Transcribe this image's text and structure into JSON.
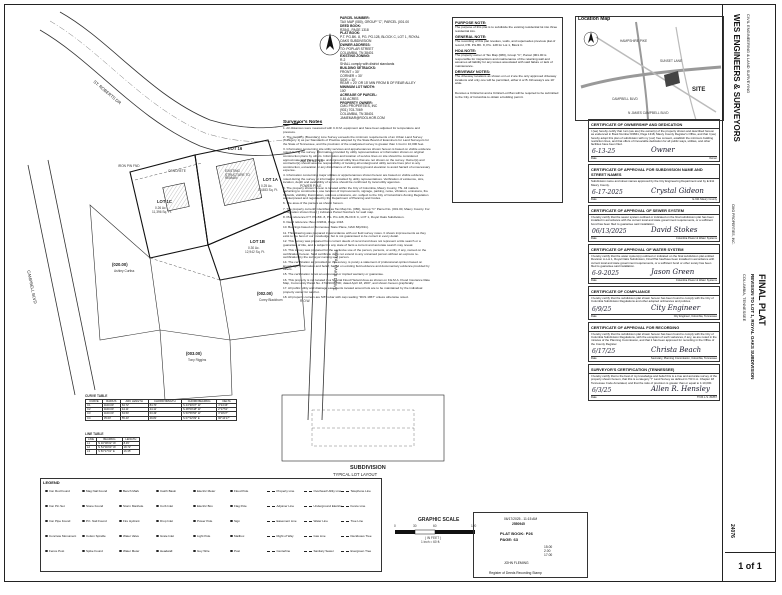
{
  "parcel_info": [
    "PARCEL NUMBER:",
    "TAX MAP (080), GROUP \"C\", PARCEL (001.00",
    "DEED BOOK:",
    "R2841, PAGE 1318",
    "PLAT BOOK:",
    "P.T. PG.BK. 8, PG. PG.128, BLOCK C, LOT 1, ROYAL",
    "OAKS SUBDIVISION",
    "OWNER ADDRESS:",
    "TO: POPLAR STREET",
    "COLUMBIA, TN 38401",
    "EXISTING ZONING:",
    "R-2",
    "SHALL comply with district standards",
    "BUILDING SETBACKS:",
    "FRONT = 30'",
    "CORNER = 30'",
    "SIDE = 10'",
    "REAR = 20' OR 15' MIN FROM B OF REAR ALLEY",
    "MINIMUM LOT WIDTH:",
    "100'",
    "ACREAGE OF PARCEL:",
    "0.81 ACRES",
    "PROPERTY OWNER:",
    "CMG PROPERTIES, INC",
    "(931) 703-7069",
    "COLUMBIA, TN 38401",
    "JAMEMAR@ROOLHOR.COM"
  ],
  "purpose": {
    "heading": "PURPOSE NOTE:",
    "text": "The purpose of this plat is to subdivide the existing residential lot into three residential lots.",
    "general_heading": "GENERAL NOTE:",
    "general_text": "The recording of this plat revokes, voids, and supersedes previous plat of record, P.B. PG.BK. 8, PG. 128 for Lot 1, Block C.",
    "hoa_heading": "HOA NOTE:",
    "hoa_text": "The property owner of Tax Map (080), Group \"C\", Parcel (001.00 is responsible for inspections and maintenance of the retaining wall and assumes all liability for any losses associated with said failure or lack of maintenance.",
    "driveway_heading": "DRIVEWAY NOTES:",
    "driveway_text": "The driveway locations as shown on Lot 2 are the only approved driveway locations and only one will be permitted, either A or B. Driveway's are 10' wide.",
    "critical_text": "Denotes a Critical lot and a Critical Lot Plan will be required to be submitted to the City of Columbia to obtain a building permit."
  },
  "notes": {
    "heading": "Surveyor's Notes",
    "items": [
      "1. All distances were measured with C.D.M. equipment and have been adjusted for temperature and pressure.",
      "2. The property (Boundary) Line Survey exceeds the minimum requirements of an Urban Land Survey (Category 1) as per Standards of Practice adopted by the State Board of Examiners for Land Surveyors for the State of Tennessee, and the precision of the unadjusted survey is greater than 1 foot in 10,000 feet.",
      "3. Information concerning site utility services and appurtenances shown hereon is based on visible evidence noted during the survey. Information provided by utility representatives or information shown on original construction plans by others. Information and location of service lines on site should be considered approximate and there may be underground utility lines that are not shown on the survey. Owner(s) and contractor(s) should assume responsibility of locating all underground utility service lines prior to any construction, excavation or any disturbance of the existing ground elevation to avoid hazard of unnecessary expense.",
      "4. Information concerning major utilities or appurtenances shown hereon are based on visible evidence noted during the survey or information provided by utility representatives. Verification of existence, size, location, depth and availability of service should be confirmed by local utility agencies.",
      "5. The property shown hereon is located within the City of Columbia, Maury County, TN. All matters pertaining to construction, use location of improvements, signage, parking, noise, vibration, emissions, fire hazards, visibility, illumination, odorous emissions, etc. subject to the City of Columbia's Zoning Regulation as interpreted and regulated by the Department of Planning and Codes.",
      "6. The area of the parcels as shown hereon.",
      "7. The property currently identified as Tax Map No. (080), Group \"C\" Parcel No. (001.00, Maury County. For designation shown thus ( ) indicates Parcel Numbers for said map.",
      "8. Plat reference P.T. PG.BK. 8, PG. PG.128, BLOCK C, LOT 1, Royal Oaks Subdivision.",
      "9. Deed reference: Book R2841, Page 1318.",
      "10. Bearings based on Tennessee State Plane, NAD 83(2011).",
      "11. This drawing was prepared in accordance with our field survey notes. It shows improvements as they exist to the best of our knowledge, but is not guaranteed to be correct in every detail.",
      "12. This survey was prepared from current deeds of record and does not represent a title search or a guarantee of title, and is subject to any state of facts a current and accurate search may reveal.",
      "13. This survey was prepared for the exclusive use of the person, persons, or entity, if any, named on the certification hereon. Said certificate does not extend to any unnamed person without an express re-certification by the surveyor naming said person.",
      "14. The certification as provided on this survey, is purely a statement of professional opinion based on knowledge, information and belief, based on existing field evidence and documentary evidence provided by others.",
      "15. The certification is not an expressed or implied warranty or guarantee.",
      "16. This property is not located in a Special Flood Hazard Area as shown on F.E.M.A. Flood Insurance Rate Map, Community Panel No. 47119C0170D, dated April 18, 2007, and shown hereon graphically.",
      "17. All public utility and drainage easements located around lots are to be maintained by the individual property owner for said lot.",
      "18. All property corners are 5/8\" rebar with cap reading \"RCS 1867\" unless otherwise noted."
    ]
  },
  "lots": [
    {
      "name": "LOT 1C",
      "area": "0.26 Ac.",
      "sqft": "11,396 Sq. Ft."
    },
    {
      "name": "LOT 1A",
      "area": "0.25 Ac.",
      "sqft": "10,883 Sq. Ft."
    },
    {
      "name": "LOT 1B",
      "area": "0.30 Ac.",
      "sqft": "12,942 Sq. Ft."
    },
    {
      "name": "LOT 16",
      "area": "",
      "sqft": ""
    }
  ],
  "plan_labels": {
    "street_left": "CAMPBELL BLVD",
    "street_right": "ROYAL OAKS DRIVE",
    "street_top": "ST. ROBERTS DR",
    "parcel_020": "(020.00)",
    "parcel_020_owner": "Ashley Curtiss",
    "parcel_002": "(002.00)",
    "parcel_002_owner": "Corey Blackburn",
    "parcel_003": "(003.00)",
    "parcel_003_owner": "Tony Riggins",
    "existing": "EXISTING STRUCTURE TO REMAIN",
    "concrete": "CONCRETE",
    "power_pole": "POWER POLE",
    "water_meter": "WATER METER",
    "irf": "IRON PIN FND",
    "row": "R.O.W.",
    "subdivision_title": "SUBDIVISION",
    "subdivision_sub": "TYPICAL LOT LAYOUT",
    "graphic_scale": "GRAPHIC SCALE",
    "scale_text": "( IN FEET )",
    "scale_ratio": "1 inch = 60 ft.",
    "scale_ticks": [
      "0",
      "30",
      "60",
      "120"
    ]
  },
  "curve_table": {
    "title": "CURVE TABLE",
    "headers": [
      "CURVE",
      "RADIUS",
      "ARC LENGTH",
      "CHORD LENGTH",
      "CHORD BEARING",
      "DELTA"
    ],
    "rows": [
      [
        "C1",
        "1100.00'",
        "84.72'",
        "84.70'",
        "S 44°30'07\" W",
        "4°24'46\""
      ],
      [
        "C2",
        "1100.00'",
        "44.11'",
        "44.11'",
        "S 48°09'48\" W",
        "2°17'51\""
      ],
      [
        "C3",
        "1100.00'",
        "63.50'",
        "63.49'",
        "S 50°56'56\" W",
        "3°18'27\""
      ],
      [
        "C4",
        "35.00'",
        "55.43'",
        "49.81'",
        "S 07°22'09\" E",
        "90°44'17\""
      ]
    ]
  },
  "line_table": {
    "title": "LINE TABLE",
    "headers": [
      "LINE",
      "BEARING",
      "LENGTH"
    ],
    "rows": [
      [
        "L1",
        "N 46°38'22\" W",
        "8.45'"
      ],
      [
        "L2",
        "N 54°30'03\" W",
        "18.72'"
      ],
      [
        "L3",
        "S 50°17'01\" E",
        "16.35'"
      ]
    ]
  },
  "legend": {
    "title": "LEGEND",
    "items": [
      "Iron Rod Found",
      "Iron Pin Set",
      "Iron Pipe Found",
      "Concrete Monument",
      "Fence Post",
      "Mag Nail Found",
      "Stone Found",
      "P.K. Nail Found",
      "Cotton Spindle",
      "Spike Found",
      "Bench Mark",
      "Storm Manhole",
      "Fire Hydrant",
      "Water Valve",
      "Water Meter",
      "Catch Basin",
      "Curb Inlet",
      "Drop Inlet",
      "Grate Inlet",
      "Headwall",
      "Electric Meter",
      "Electric Box",
      "Power Pole",
      "Light Pole",
      "Guy Wire",
      "Flood Pole",
      "Flag Pole",
      "Sign",
      "Mailbox",
      "Post",
      "Property Line",
      "Adjoiner Line",
      "Easement Line",
      "Right of Way",
      "Centerline",
      "Overhead Utility Line",
      "Underground Electric",
      "Water Line",
      "Gas Line",
      "Sanitary Sewer",
      "Telephone Line",
      "Fence Line",
      "Tree Line",
      "Deciduous Tree",
      "Evergreen Tree"
    ]
  },
  "location_map": {
    "title": "Location Map",
    "site": "SITE",
    "roads": [
      "CAMPBELL BLVD",
      "SUNSET LANE",
      "HAMPSHIRE PIKE",
      "N JAMES CAMPBELL BLVD"
    ]
  },
  "certificates": [
    {
      "title": "CERTIFICATE OF OWNERSHIP AND DEDICATION",
      "body": "I (we) hereby certify that I am (we are) the owner(s) of the property shown and described hereon as evidenced in Book Number R2841, Page 1318, Maury County Register's Office, and that I (we) hereby adopt this plan of subdivision with my (our) free consent, establish the minimum building restriction lines, and that offers of irrevocable dedication for all public ways, utilities, and other facilities have been filed.",
      "sig_date": "6-13-25",
      "sig_name": "Owner",
      "caption_left": "Date",
      "caption_right": "Owner"
    },
    {
      "title": "CERTIFICATE OF APPROVAL FOR SUBDIVISION NAME AND STREET NAMES",
      "body": "Subdivision name and street names approved by the City Engineering Department and by E-911 Maury County.",
      "sig_date": "6-17-2025",
      "sig_name": "Crystal Gideon",
      "caption_left": "Date",
      "caption_right": "E-911 Maury County"
    },
    {
      "title": "CERTIFICATE OF APPROVAL OF SEWER SYSTEM",
      "body": "I hereby certify that the sewer system outlined or indicated on the final subdivision plat has been installed in accordance with the current local and state government requirements, or a sufficient bond has been filed to guarantee said installation.",
      "sig_date": "06/13/2025",
      "sig_name": "David Stokes",
      "caption_left": "Date",
      "caption_right": "Columbia Power & Water Systems"
    },
    {
      "title": "CERTIFICATE OF APPROVAL OF WATER SYSTEM",
      "body": "I hereby certify that the water system(s) outlined or indicated on the final subdivision plat entitled Revision to Lot 1, Royal Oaks Subdivision, Final Plat has/have been installed in accordance with current local and state government requirements, or a sufficient bond or other surety has been filed to guarantee said installation.",
      "sig_date": "6-9-2025",
      "sig_name": "Jason Green",
      "caption_left": "Date",
      "caption_right": "Columbia Power & Water Systems"
    },
    {
      "title": "CERTIFICATE OF COMPLIANCE",
      "body": "I hereby certify that the subdivision plat shown hereon has been found to comply with the City of Columbia Subdivision Regulations and other adopted ordinances and policies.",
      "sig_date": "6/9/25",
      "sig_name": "City Engineer",
      "caption_left": "Date",
      "caption_right": "City Engineer, Columbia, Tennessee"
    },
    {
      "title": "CERTIFICATE OF APPROVAL FOR RECORDING",
      "body": "I hereby certify that the subdivision plat shown hereon has been found to comply with the City of Columbia Subdivision Regulations, with the exception of such variances, if any, as are noted in the minutes of the Planning Commission, and that it has been approved for recording in the Office of the County Register.",
      "sig_date": "6/17/25",
      "sig_name": "Christa Beach",
      "caption_left": "Date",
      "caption_right": "Secretary, Planning Commission, Columbia, Tennessee"
    },
    {
      "title": "SURVEYOR'S CERTIFICATION (TENNESSEE)",
      "body": "I hereby certify that to the best of my knowledge and belief this is a true and accurate survey of the property shown hereon, that this is a category \"I\" Land Survey as defined in T.R.C.A. Chapter 18 Tennessee Code Annotated, and that the ratio of precision is greater than or equal to 1:10,000.",
      "sig_date": "6/3/25",
      "sig_name": "Allen R. Hensley",
      "caption_left": "Date",
      "caption_right": "TN R.L.S. #1867"
    }
  ],
  "recording": {
    "date": "06/17/2025 - 11:15 AM",
    "number": "2550945",
    "book_page": "PLAT BOOK: P26",
    "page": "PAGE: 63",
    "register": "JOHN FLEMING",
    "rec_fee": "15.00",
    "dp_fee": "2.00",
    "total": "17.00",
    "caption": "Register of Deeds Recording Stamp"
  },
  "title_block": {
    "firm": "WES ENGINEERS & SURVEYORS",
    "firm_sub": "CIVIL ENGINEERING & LAND SURVEYING",
    "plat_type": "FINAL PLAT",
    "project": "REVISION TO LOT 1, ROYAL OAKS SUBDIVISION",
    "location": "COLUMBIA, TENNESSEE",
    "client": "CMG PROPERTIES, INC.",
    "job_no": "24076",
    "sheet": "1 of 1"
  },
  "colors": {
    "line": "#222222",
    "lot_line": "#111111",
    "hatch": "#777777"
  }
}
